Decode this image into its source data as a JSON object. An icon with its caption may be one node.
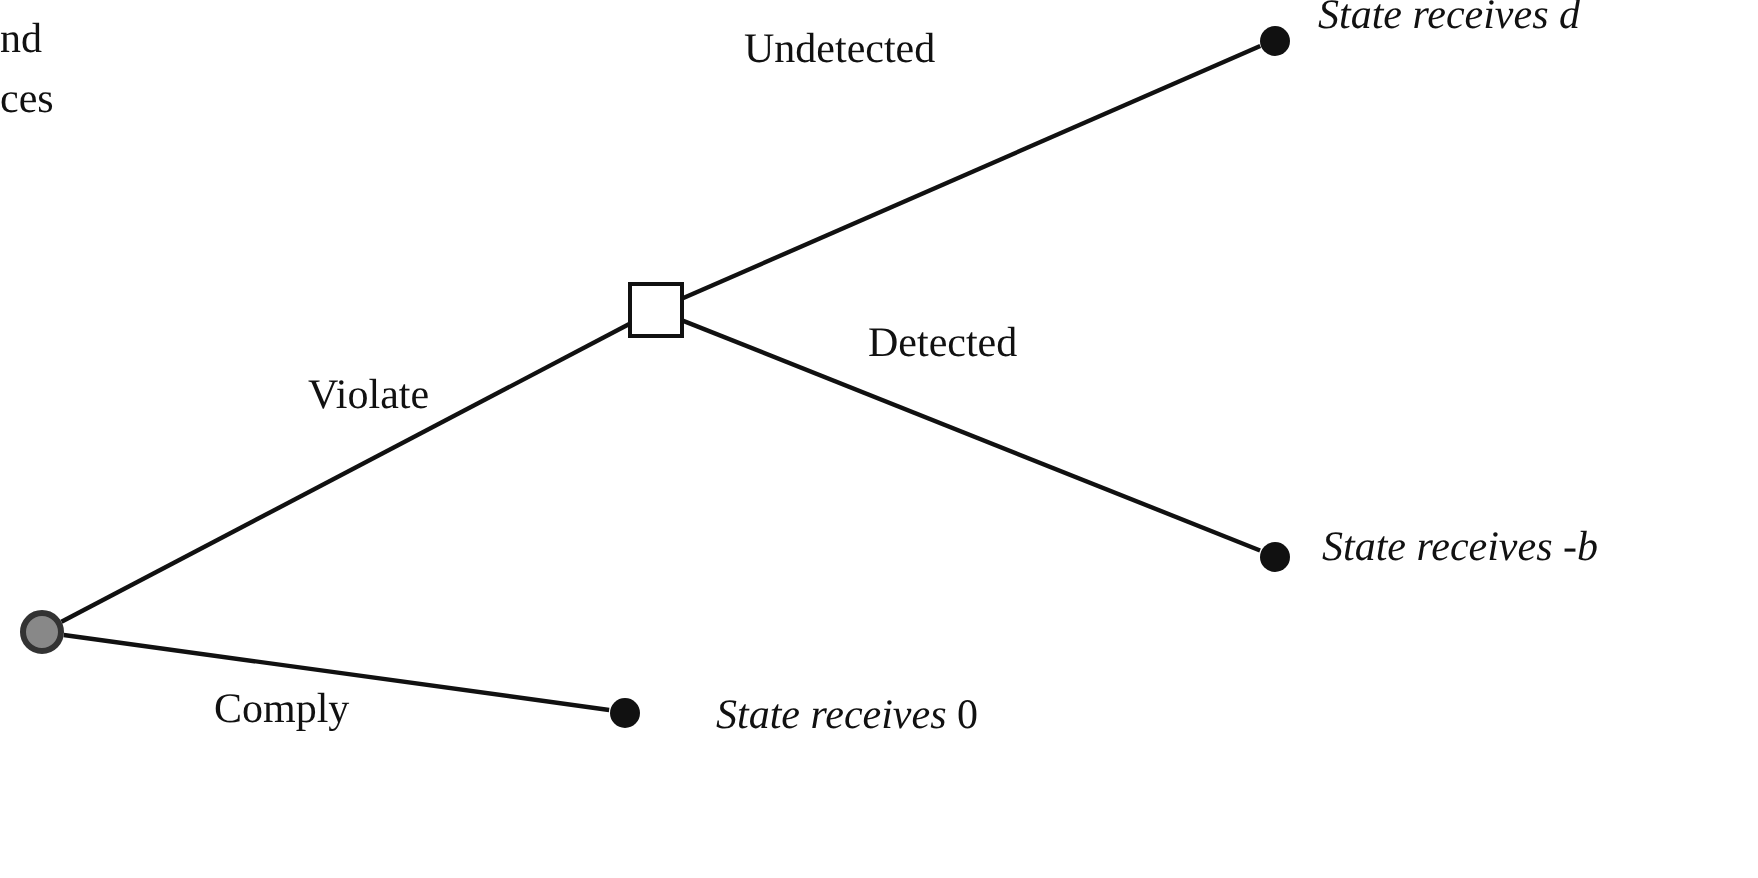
{
  "diagram": {
    "nodes": [
      {
        "text": [],
        "shape": "circle"
      },
      {
        "text": [],
        "shape": "box"
      },
      {
        "text": [],
        "shape": "circle",
        "beside": [
          "*State receives d*"
        ]
      },
      {
        "text": [],
        "shape": "circle",
        "beside": [
          "*State receives -b*"
        ]
      },
      {
        "text": [],
        "shape": "circle",
        "beside": [
          "*State receives* 0"
        ]
      }
    ],
    "edges": [
      {
        "from": 0,
        "to": 1,
        "arrow": "none",
        "label": "Violate"
      },
      {
        "from": 1,
        "to": 2,
        "arrow": "none",
        "label": "Undetected"
      },
      {
        "from": 1,
        "to": 3,
        "arrow": "none",
        "label": "Detected"
      },
      {
        "from": 0,
        "to": 4,
        "arrow": "none",
        "label": "Comply"
      }
    ],
    "labels": [
      "nd",
      "ces"
    ]
  }
}
